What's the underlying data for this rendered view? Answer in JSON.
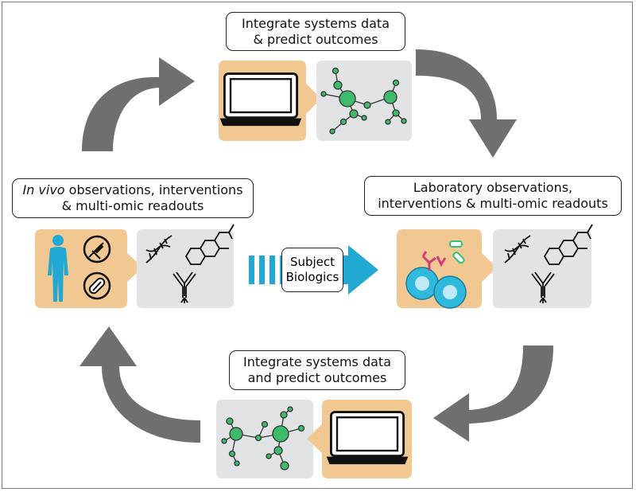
{
  "top_label": {
    "line1": "Integrate systems data",
    "line2": "& predict outcomes"
  },
  "left_label": {
    "italic": "In vivo",
    "line1_rest": " observations, interventions",
    "line2": "& multi-omic readouts"
  },
  "right_label": {
    "line1": "Laboratory observations,",
    "line2": "interventions & multi-omic readouts"
  },
  "bottom_label": {
    "line1": "Integrate systems data",
    "line2": "and predict outcomes"
  },
  "center_arrow": {
    "line1": "Subject",
    "line2": "Biologics"
  },
  "colors": {
    "panel_orange": "#f2c892",
    "panel_gray": "#e2e3e4",
    "cycle_arrow": "#6f6f6f",
    "node_green": "#3dbb6a",
    "accent_blue": "#21a9d4",
    "cell_blue": "#2fb9dd"
  },
  "icons": [
    "laptop-icon",
    "network-icon",
    "person-icon",
    "syringe-icon",
    "pill-icon",
    "dna-icon",
    "molecule-icon",
    "antibody-icon",
    "cells-icon"
  ]
}
